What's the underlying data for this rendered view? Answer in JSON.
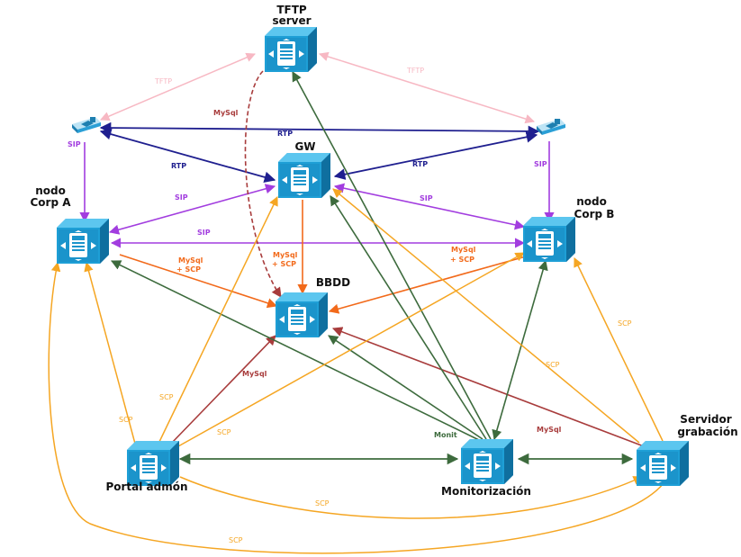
{
  "nodes": {
    "tftp": {
      "label_line1": "TFTP",
      "label_line2": "server"
    },
    "gw": {
      "label": "GW"
    },
    "corp_a": {
      "label_line1": "nodo",
      "label_line2": "Corp A"
    },
    "corp_b": {
      "label_line1": "nodo",
      "label_line2": "Corp B"
    },
    "bbdd": {
      "label": "BBDD"
    },
    "portal": {
      "label": "Portal admón"
    },
    "monitor": {
      "label": "Monitorización"
    },
    "servidor": {
      "label_line1": "Servidor",
      "label_line2": "grabación"
    },
    "phone_left": {
      "icon": "ip-phone-icon"
    },
    "phone_right": {
      "icon": "ip-phone-icon"
    }
  },
  "edge_labels": {
    "tftp_left": "TFTP",
    "tftp_right": "TFTP",
    "mysql_tftp": "MySql",
    "rtp_top": "RTP",
    "rtp_left": "RTP",
    "rtp_right": "RTP",
    "sip_left_phone": "SIP",
    "sip_right_phone": "SIP",
    "sip_gw_a": "SIP",
    "sip_gw_b": "SIP",
    "sip_a_b": "SIP",
    "mysql_scp_a_1": "MySql",
    "mysql_scp_a_2": "+ SCP",
    "mysql_scp_gw_1": "MySql",
    "mysql_scp_gw_2": "+ SCP",
    "mysql_scp_b_1": "MySql",
    "mysql_scp_b_2": "+ SCP",
    "mysql_portal": "MySql",
    "mysql_servidor": "MySql",
    "monit": "Monit",
    "scp_portal_a": "SCP",
    "scp_portal_gw": "SCP",
    "scp_portal_b": "SCP",
    "scp_gw_servidor": "SCP",
    "scp_servidor_b": "SCP",
    "scp_portal_servidor": "SCP",
    "scp_servidor_a": "SCP"
  },
  "colors": {
    "tftp": "#f7b8c3",
    "sip": "#a23ddf",
    "rtp": "#1f1f8f",
    "mysql_scp": "#f26a1b",
    "mysql": "#a83c3c",
    "monit": "#3d6b3d",
    "scp": "#f5a623",
    "router_fill": "#1e9fd6",
    "router_dark": "#0f6f9f"
  }
}
